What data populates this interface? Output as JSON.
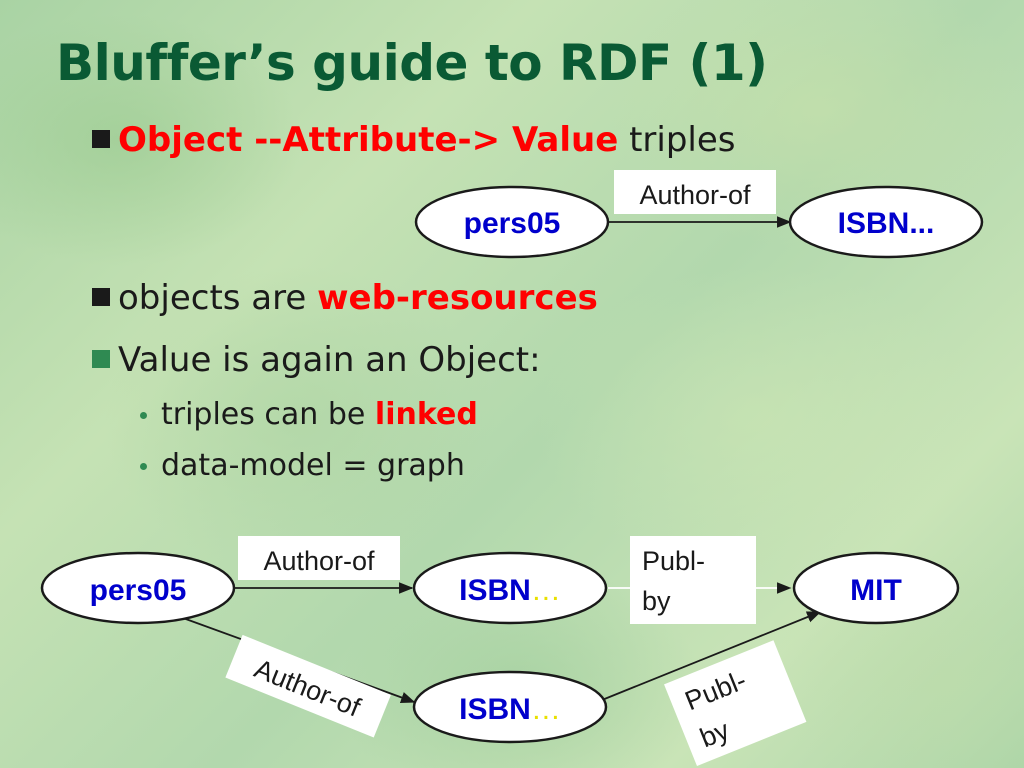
{
  "slide": {
    "title": "Bluffer’s guide to RDF (1)",
    "bullets": [
      {
        "red": "Object --Attribute-> Value",
        "rest": " triples"
      },
      {
        "lead": "objects are ",
        "red": "web-resources"
      },
      {
        "text": "Value is again an Object:"
      },
      {
        "lead": "triples can be ",
        "red": "linked"
      },
      {
        "text": "data-model = graph"
      }
    ]
  },
  "diagram_top": {
    "subject": "pers05",
    "edge_label": "Author-of",
    "object": "ISBN..."
  },
  "diagram_bottom": {
    "pers05": "pers05",
    "isbn_top": "ISBN",
    "isbn_top_ellipsis": "…",
    "mit": "MIT",
    "isbn_bottom": "ISBN",
    "isbn_bottom_ellipsis": "…",
    "author_of_top": "Author-of",
    "publ_by_top_line1": "Publ-",
    "publ_by_top_line2": "by",
    "author_of_bottom": "Author-of",
    "publ_by_bottom_line1": "Publ-",
    "publ_by_bottom_line2": "by"
  },
  "colors": {
    "title": "#0a5a34",
    "highlight": "#ff0000",
    "node_text": "#0000cc",
    "ellipsis": "#e8e000"
  }
}
